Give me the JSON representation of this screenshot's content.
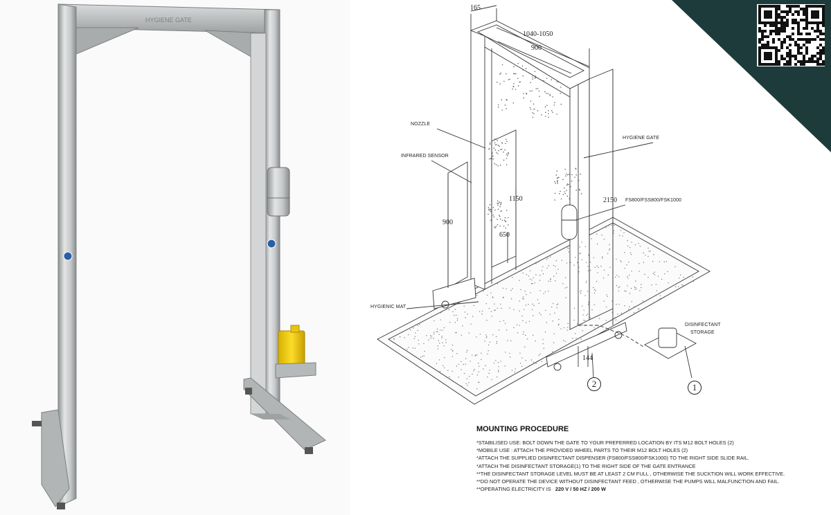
{
  "photo": {
    "gate_label": "HYGIENE GATE"
  },
  "drawing": {
    "labels": {
      "nozzle": "NOZZLE",
      "infrared_sensor": "INFRARED SENSOR",
      "hygiene_gate": "HYGIENE GATE",
      "dispenser": "FS800/FSS800/FSK1000",
      "hygienic_mat": "HYGIENIC MAT",
      "disinfectant_storage_1": "DISINFECTANT",
      "disinfectant_storage_2": "STORAGE"
    },
    "dimensions": {
      "depth": "165",
      "outer_width": "1040-1050",
      "inner_width": "900",
      "sensor_height": "900",
      "nozzle_height": "1150",
      "lower_nozzle": "650",
      "gate_height": "2150",
      "base_depth": "144"
    },
    "callouts": {
      "one": "1",
      "two": "2"
    }
  },
  "procedure": {
    "title": "MOUNTING PROCEDURE",
    "lines": [
      "*STABILISED USE: BOLT DOWN THE GATE TO YOUR PREFERRED LOCATION BY ITS M12 BOLT HOLES (2)",
      "*MOBILE USE : ATTACH THE PROVIDED WHEEL PARTS TO THEIR  M12 BOLT HOLES (2)",
      "*ATTACH THE SUPPLIED DISINFECTANT DISPENSER (FS800/FSS800/FSK1000) TO THE RIGHT SIDE SLIDE RAIL.",
      "*ATTACH THE DISINFECTANT STORAGE(1)  TO THE RIGHT SIDE OF THE GATE ENTRANCE",
      "**THE DISINFECTANT STORAGE LEVEL MUST BE AT LEAST 2 CM FULL , OTHERWISE THE SUCKTION WILL WORK EFFECTIVE.",
      "**DO NOT OPERATE THE DEVICE WITHOUT DISINFECTANT FEED , OTHERWISE THE PUMPS WILL MALFUNCTION AND FAIL."
    ],
    "electricity_prefix": "**OPERATING ELECTRICITY  IS",
    "electricity_value": "220 V / 50 HZ / 200 W"
  },
  "colors": {
    "corner": "#1d3b3b",
    "steel": "#b9bcbd",
    "yellow": "#f2cf1a"
  }
}
